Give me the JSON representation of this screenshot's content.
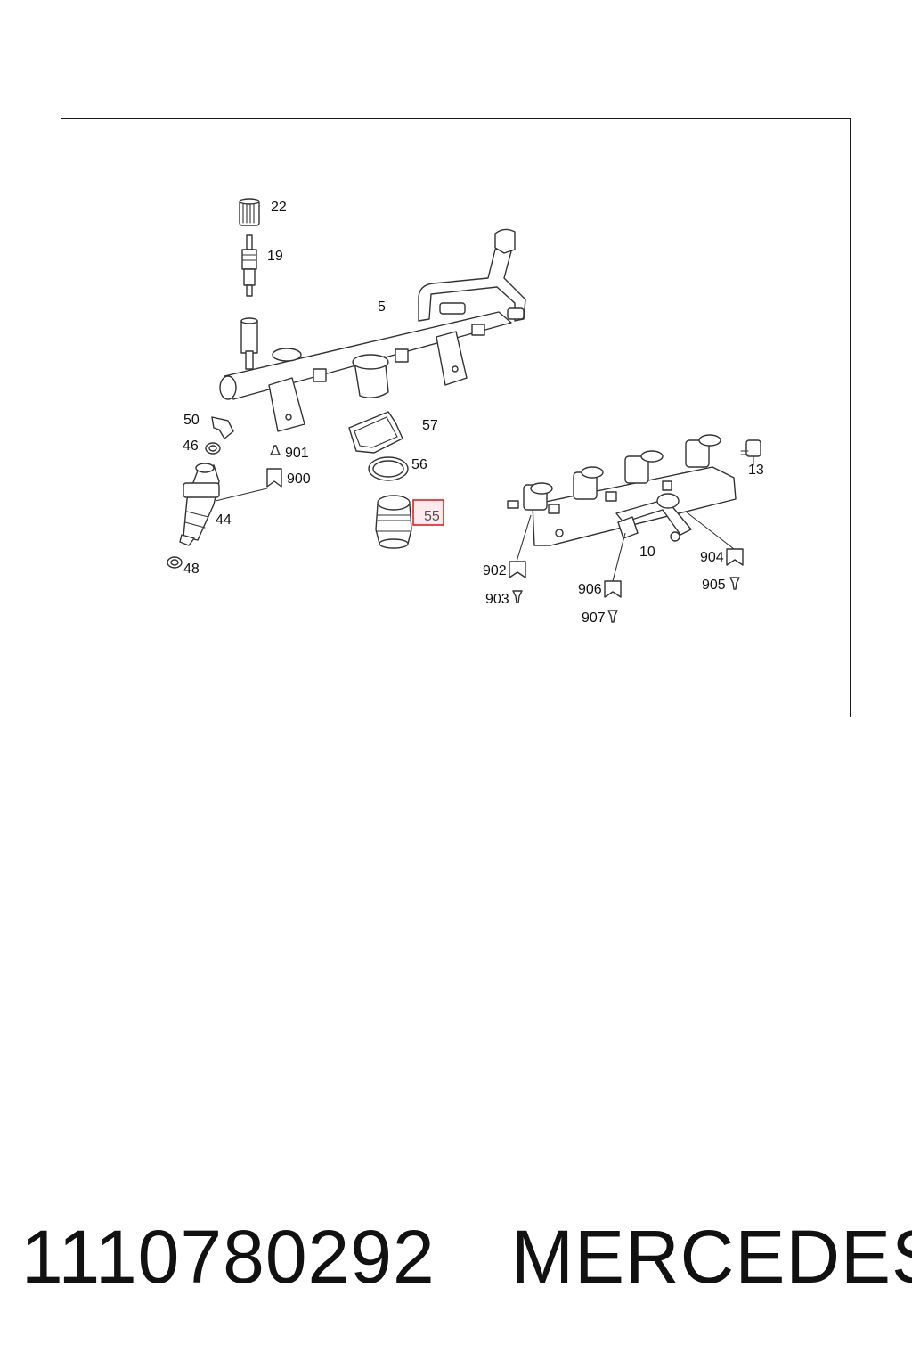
{
  "diagram": {
    "callouts": [
      "22",
      "19",
      "5",
      "50",
      "46",
      "901",
      "900",
      "57",
      "56",
      "44",
      "55",
      "48",
      "13",
      "10",
      "902",
      "903",
      "906",
      "907",
      "904",
      "905"
    ],
    "highlighted": "55",
    "highlight_color": "#e0202a"
  },
  "footer": {
    "part_number": "1110780292",
    "brand": "MERCEDES"
  }
}
